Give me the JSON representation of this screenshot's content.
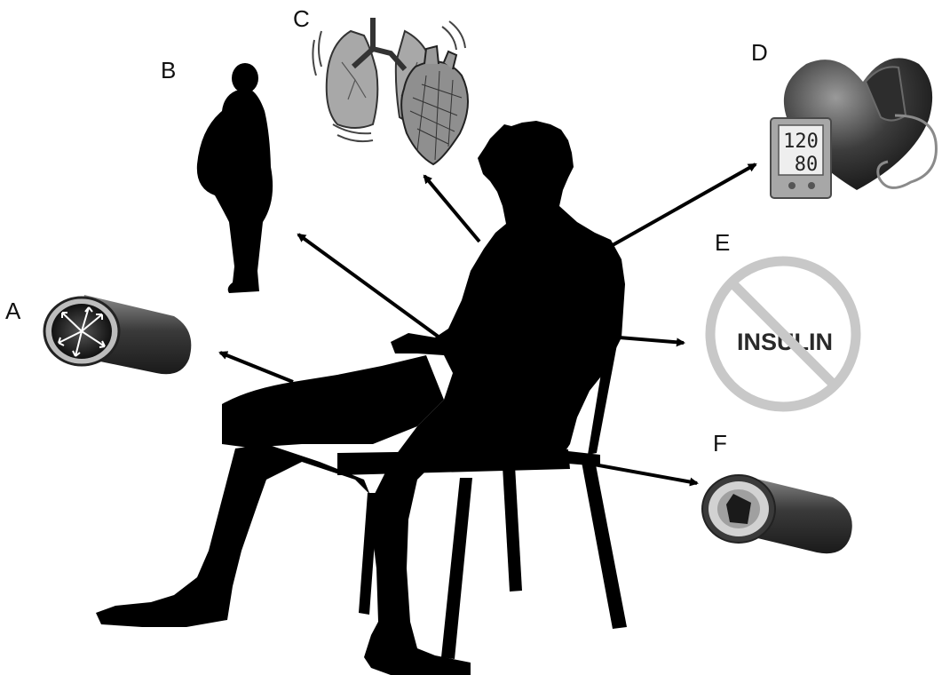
{
  "diagram": {
    "labels": {
      "a": "A",
      "b": "B",
      "c": "C",
      "d": "D",
      "e": "E",
      "f": "F"
    },
    "blood_pressure_monitor": {
      "systolic": "120",
      "diastolic": "80"
    },
    "no_insulin_sign": {
      "text": "INSULIN"
    },
    "icons": {
      "center": "seated-person-silhouette-icon",
      "a": "dilated-blood-vessel-icon",
      "b": "obese-person-silhouette-icon",
      "c": "lungs-and-heart-icon",
      "d": "heart-with-blood-pressure-monitor-icon",
      "e": "no-insulin-prohibition-icon",
      "f": "atherosclerotic-blood-vessel-icon"
    },
    "colors": {
      "silhouette": "#000000",
      "prohibition_sign": "#c8c8c8"
    }
  }
}
